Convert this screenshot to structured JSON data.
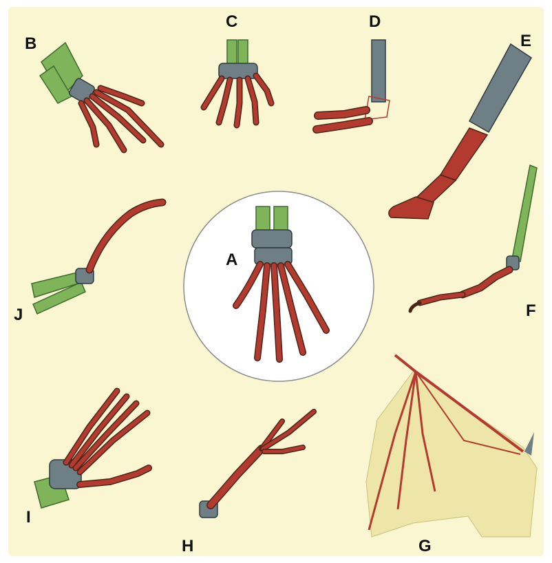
{
  "diagram": {
    "labels": {
      "A": "A",
      "B": "B",
      "C": "C",
      "D": "D",
      "E": "E",
      "F": "F",
      "G": "G",
      "H": "H",
      "I": "I",
      "J": "J"
    },
    "colors": {
      "background": "#fbf6d2",
      "center_circle": "#ffffff",
      "bone_upper": "#7fb45a",
      "bone_carpal": "#6f7f86",
      "bone_digit": "#b23a2e",
      "membrane": "#eee6a8",
      "outline": "#4a2418"
    }
  }
}
